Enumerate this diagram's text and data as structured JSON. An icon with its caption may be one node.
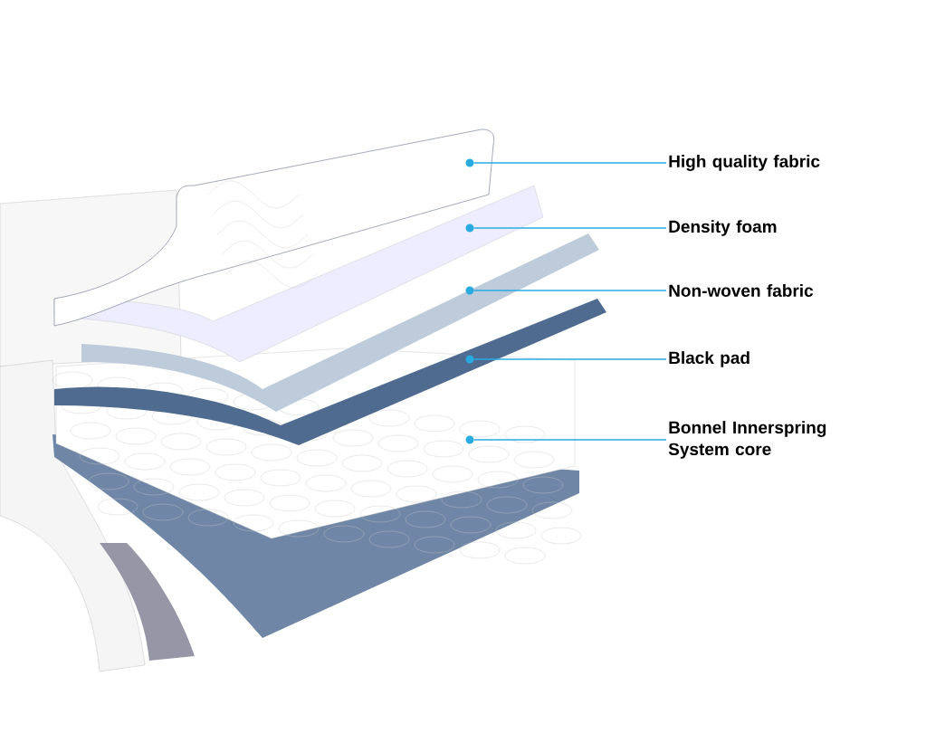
{
  "diagram": {
    "nodes": [
      {
        "text": [
          "High quality fabric"
        ]
      },
      {
        "text": [
          "Density foam"
        ]
      },
      {
        "text": [
          "Non-woven fabric"
        ]
      },
      {
        "text": [
          "Black pad"
        ]
      },
      {
        "text": [
          "Bonnel Innerspring System core"
        ]
      },
      {
        "text": [],
        "shape": "circle"
      },
      {
        "text": [],
        "shape": "circle"
      },
      {
        "text": [],
        "shape": "circle"
      },
      {
        "text": [],
        "shape": "circle"
      },
      {
        "text": [],
        "shape": "circle"
      }
    ],
    "edges": [
      {
        "from": 0,
        "to": 5,
        "arrow": "none"
      },
      {
        "from": 1,
        "to": 6,
        "arrow": "none"
      },
      {
        "from": 2,
        "to": 7,
        "arrow": "none"
      },
      {
        "from": 3,
        "to": 8,
        "arrow": "none"
      },
      {
        "from": 4,
        "to": 9,
        "arrow": "none"
      }
    ]
  }
}
